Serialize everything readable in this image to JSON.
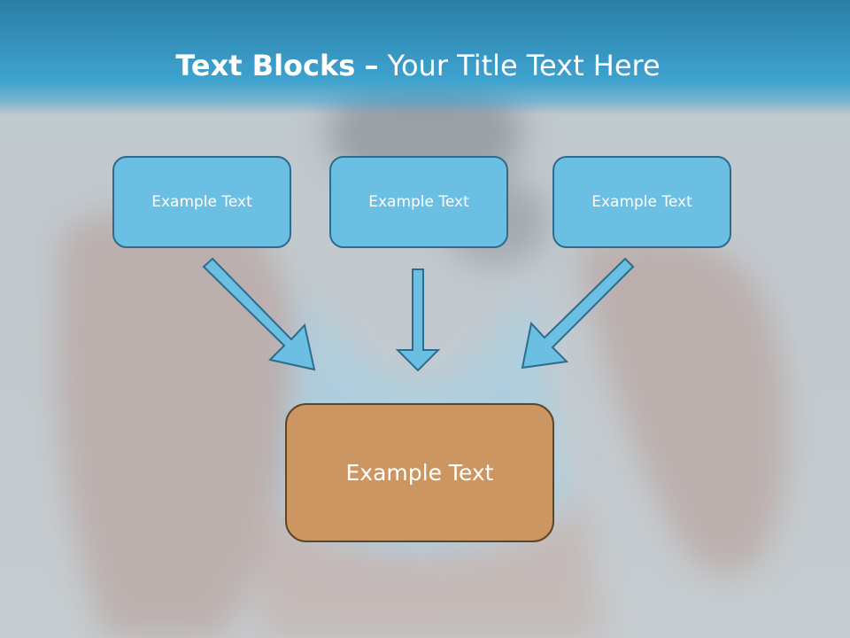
{
  "title": {
    "bold": "Text Blocks",
    "dash": "–",
    "normal": "Your Title Text Here"
  },
  "blocks": [
    {
      "label": "Example Text"
    },
    {
      "label": "Example Text"
    },
    {
      "label": "Example Text"
    }
  ],
  "target": {
    "label": "Example Text"
  },
  "colors": {
    "header": "#3ea3cf",
    "block_fill": "#6bbfe3",
    "block_border": "#2e6b8c",
    "target_fill": "#cc9663",
    "target_border": "#5e4526",
    "arrow_fill": "#6bbfe3",
    "arrow_stroke": "#2e6b8c"
  }
}
